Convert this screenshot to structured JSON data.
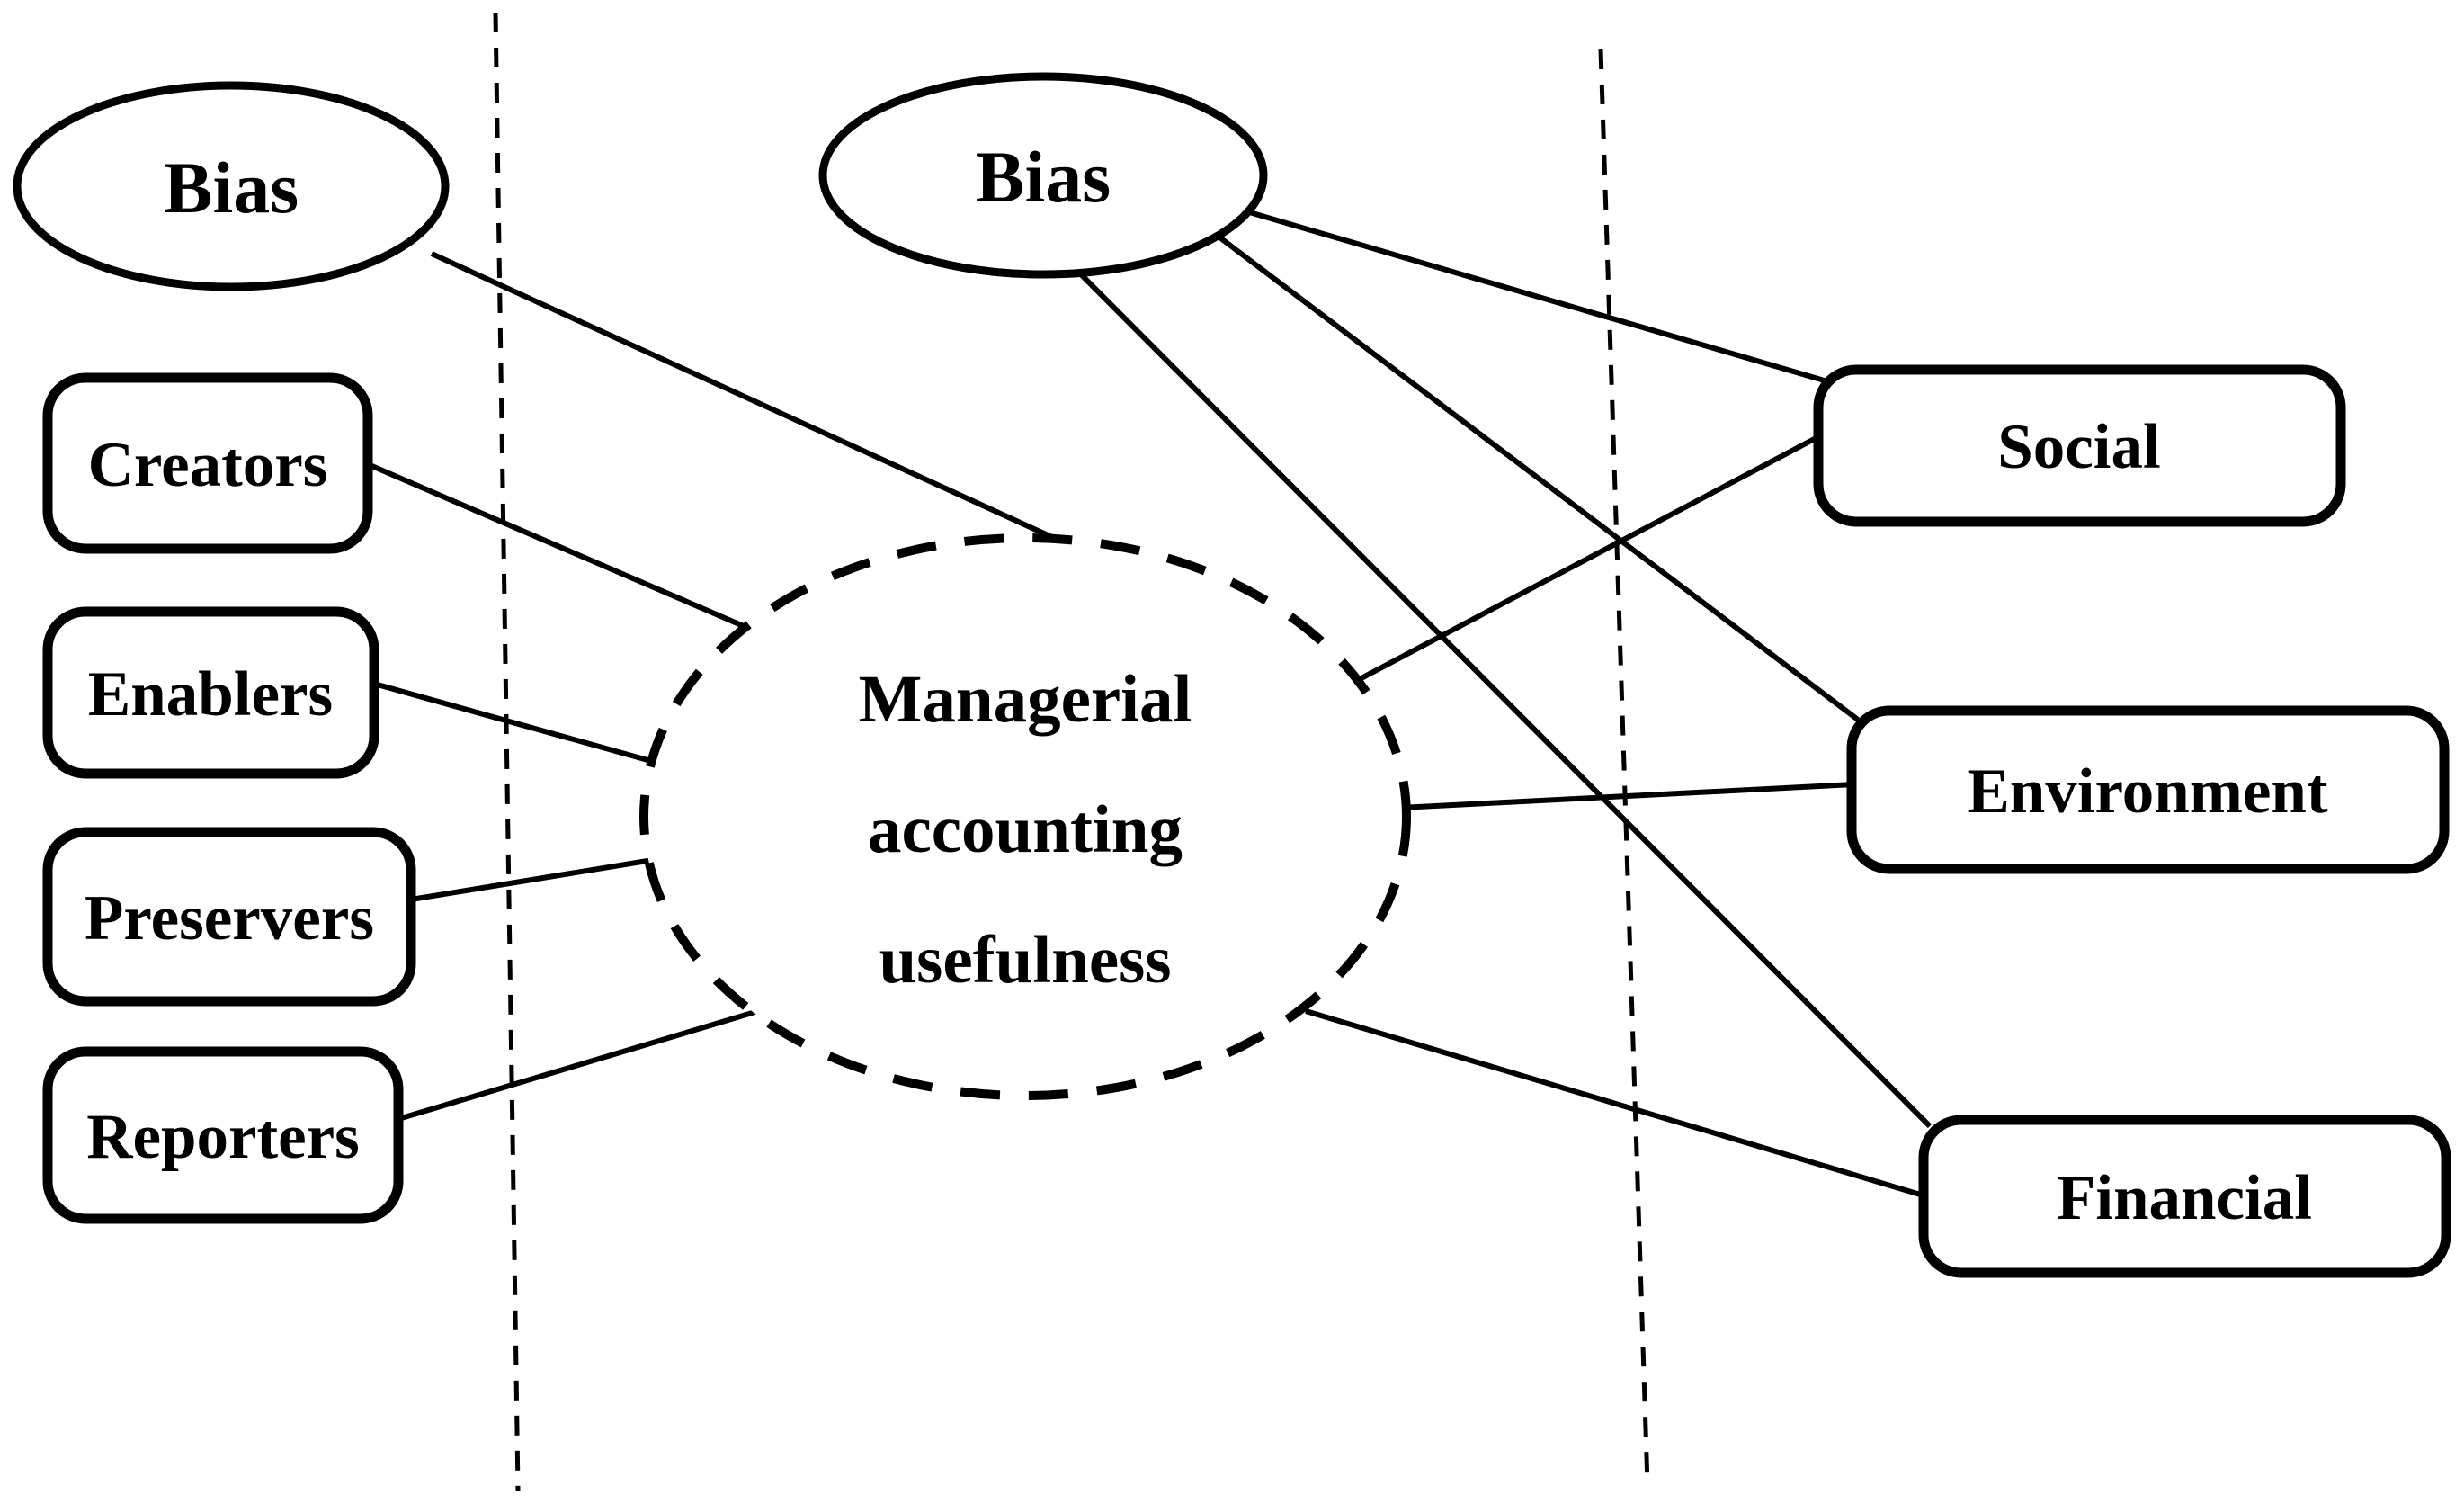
{
  "diagram": {
    "background_color": "#ffffff",
    "stroke_color": "#000000",
    "nodes": {
      "bias_left": {
        "label": "Bias",
        "shape": "ellipse"
      },
      "bias_center": {
        "label": "Bias",
        "shape": "ellipse"
      },
      "creators": {
        "label": "Creators",
        "shape": "rounded-rect"
      },
      "enablers": {
        "label": "Enablers",
        "shape": "rounded-rect"
      },
      "preservers": {
        "label": "Preservers",
        "shape": "rounded-rect"
      },
      "reporters": {
        "label": "Reporters",
        "shape": "rounded-rect"
      },
      "usefulness": {
        "lines": [
          "Managerial",
          "accounting",
          "usefulness"
        ],
        "shape": "dashed-ellipse"
      },
      "social": {
        "label": "Social",
        "shape": "rounded-rect"
      },
      "environment": {
        "label": "Environment",
        "shape": "rounded-rect"
      },
      "financial": {
        "label": "Financial",
        "shape": "rounded-rect"
      }
    },
    "edges": [
      {
        "from": "bias_left",
        "to": "usefulness"
      },
      {
        "from": "creators",
        "to": "usefulness"
      },
      {
        "from": "enablers",
        "to": "usefulness"
      },
      {
        "from": "preservers",
        "to": "usefulness"
      },
      {
        "from": "reporters",
        "to": "usefulness"
      },
      {
        "from": "usefulness",
        "to": "social"
      },
      {
        "from": "usefulness",
        "to": "environment"
      },
      {
        "from": "usefulness",
        "to": "financial"
      },
      {
        "from": "bias_center",
        "to": "social"
      },
      {
        "from": "bias_center",
        "to": "environment"
      },
      {
        "from": "bias_center",
        "to": "financial"
      }
    ],
    "separators": [
      {
        "name": "left-dashed-boundary"
      },
      {
        "name": "right-dashed-boundary"
      }
    ]
  }
}
